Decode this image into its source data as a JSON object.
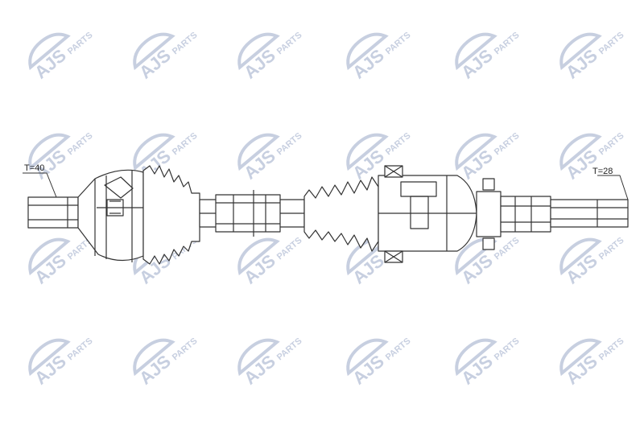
{
  "diagram": {
    "left_spline_label": "T=40",
    "right_spline_label": "T=28"
  },
  "watermark": {
    "logo_text": "AJS",
    "logo_subtext": "PARTS",
    "color": "#9aa8c8"
  },
  "colors": {
    "line": "#333333",
    "bg": "#ffffff"
  }
}
